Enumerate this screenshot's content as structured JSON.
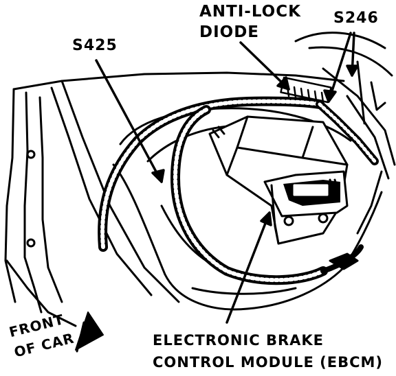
{
  "labels": {
    "anti_lock_line1": "ANTI-LOCK",
    "anti_lock_line2": "DIODE",
    "s246": "S246",
    "s425": "S425",
    "ebcm_line1": "ELECTRONIC BRAKE",
    "ebcm_line2": "CONTROL MODULE (EBCM)",
    "front_line1": "FRONT",
    "front_line2": "OF CAR"
  },
  "colors": {
    "ink": "#000000",
    "paper": "#ffffff"
  }
}
